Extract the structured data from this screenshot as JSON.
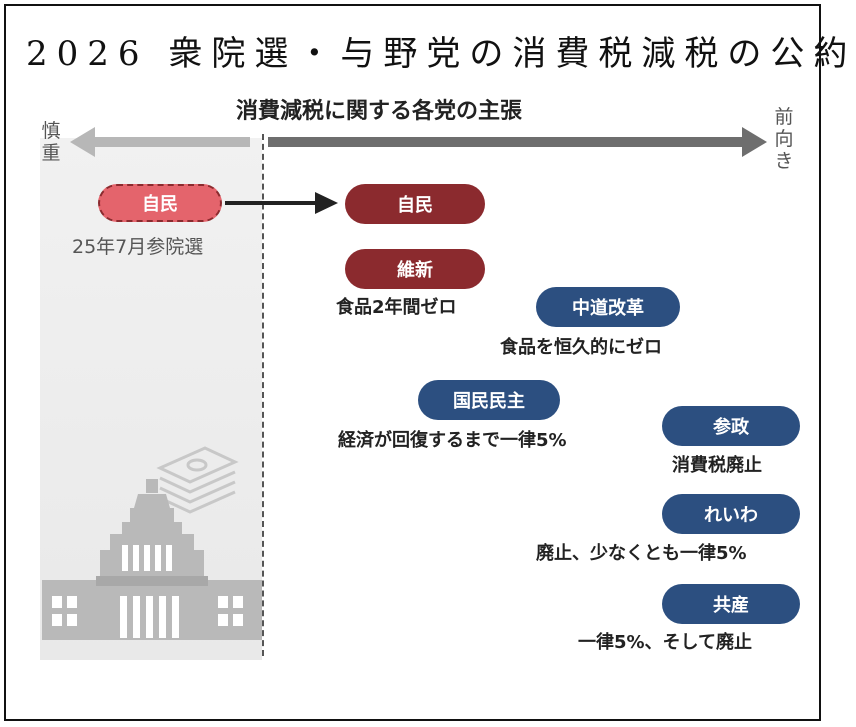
{
  "title": "2026 衆院選・与野党の消費税減税の公約",
  "header": "消費減税に関する各党の主張",
  "axis": {
    "left_label": "慎重",
    "right_label": "前向き"
  },
  "colors": {
    "ldp": "#8b2a2e",
    "opposition": "#2c4f80",
    "ldp_past": "#e4646c",
    "arrow_gray": "#6e6e6e",
    "arrow_light": "#b7b7b7"
  },
  "parties": {
    "ldp_past": {
      "name": "自民",
      "caption": "25年7月参院選"
    },
    "ldp": {
      "name": "自民"
    },
    "ishin": {
      "name": "維新",
      "caption": "食品2年間ゼロ"
    },
    "chudo": {
      "name": "中道改革",
      "caption": "食品を恒久的にゼロ"
    },
    "kokumin": {
      "name": "国民民主",
      "caption": "経済が回復するまで一律5%"
    },
    "sansei": {
      "name": "参政",
      "caption": "消費税廃止"
    },
    "reiwa": {
      "name": "れいわ",
      "caption": "廃止、少なくとも一律5%"
    },
    "kyosan": {
      "name": "共産",
      "caption": "一律5%、そして廃止"
    }
  },
  "icons": [
    "money-stack-icon",
    "diet-building-icon"
  ]
}
